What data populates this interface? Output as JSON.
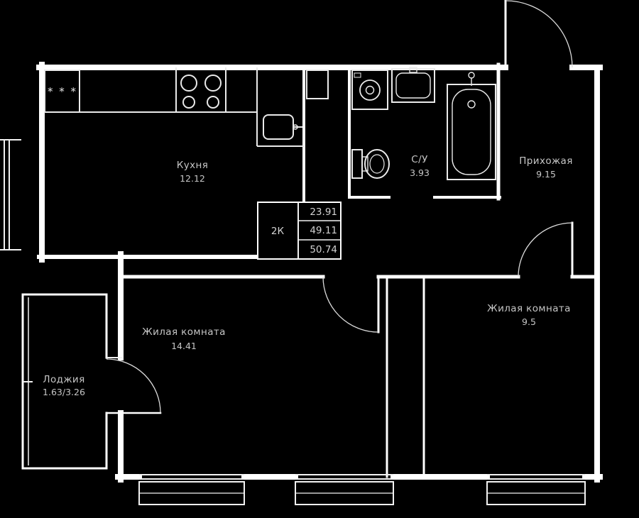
{
  "meta": {
    "background_color": "#000000",
    "wall_color": "#ffffff",
    "text_color": "#c6c6c6"
  },
  "legend": {
    "type_label": "2К",
    "values": [
      "23.91",
      "49.11",
      "50.74"
    ]
  },
  "rooms": {
    "kitchen": {
      "name": "Кухня",
      "area": "12.12"
    },
    "bathroom": {
      "name": "С/У",
      "area": "3.93"
    },
    "hallway": {
      "name": "Прихожая",
      "area": "9.15"
    },
    "living1": {
      "name": "Жилая комната",
      "area": "14.41"
    },
    "living2": {
      "name": "Жилая комната",
      "area": "9.5"
    },
    "loggia": {
      "name": "Лоджия",
      "area": "1.63/3.26"
    }
  },
  "icons": {
    "fridge_label": "* * *"
  }
}
